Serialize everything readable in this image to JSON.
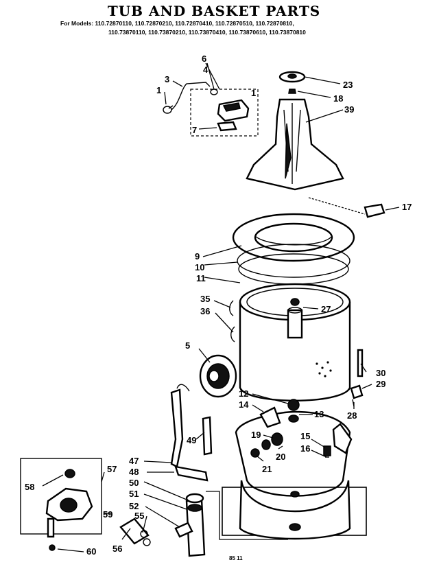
{
  "header": {
    "title": "TUB AND BASKET PARTS",
    "models_line1": "For Models: 110.72870110, 110.72870210, 110.72870410, 110.72870510, 110.72870810,",
    "models_line2": "110.73870110, 110.73870210, 110.73870410, 110.73870610, 110.73870810"
  },
  "callouts": {
    "c1": "1",
    "c3": "3",
    "c4": "4",
    "c5": "5",
    "c6": "6",
    "c7": "7",
    "c9": "9",
    "c10": "10",
    "c11": "11",
    "c12": "12",
    "c13": "13",
    "c14": "14",
    "c15": "15",
    "c16": "16",
    "c17": "17",
    "c18": "18",
    "c19": "19",
    "c20": "20",
    "c21": "21",
    "c23": "23",
    "c27": "27",
    "c28": "28",
    "c29": "29",
    "c30": "30",
    "c35": "35",
    "c36": "36",
    "c39": "39",
    "c47": "47",
    "c48": "48",
    "c49": "49",
    "c50": "50",
    "c51": "51",
    "c52": "52",
    "c55": "55",
    "c56": "56",
    "c57": "57",
    "c58": "58",
    "c59": "59",
    "c60": "60"
  },
  "footer": {
    "code": "85 11"
  }
}
